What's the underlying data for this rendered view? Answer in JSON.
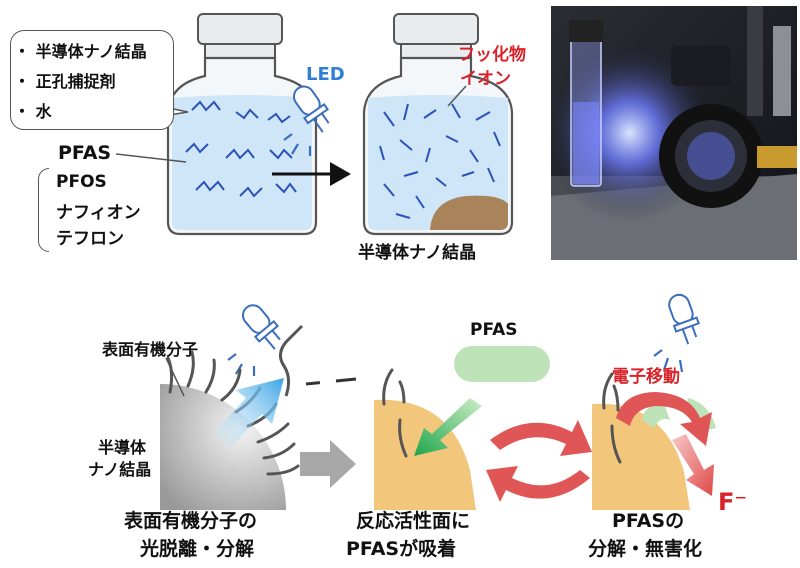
{
  "top": {
    "ingredients": [
      "・ 半導体ナノ結晶",
      "・ 正孔捕捉剤",
      "・ 水"
    ],
    "pfas_label": "PFAS",
    "pfas_examples": [
      "PFOS",
      "ナフィオン",
      "テフロン"
    ],
    "led_label": "LED",
    "fluoride_label_line1": "フッ化物",
    "fluoride_label_line2": "イオン",
    "crystal_label": "半導体ナノ結晶"
  },
  "bottom": {
    "surface_molecule_label": "表面有機分子",
    "crystal_label_line1": "半導体",
    "crystal_label_line2": "ナノ結晶",
    "pfas_capsule_label": "PFAS",
    "electron_transfer_label": "電子移動",
    "fluoride_ion_label": "F⁻",
    "step1_line1": "表面有機分子の",
    "step1_line2": "光脱離・分解",
    "step2_line1": "反応活性面に",
    "step2_line2": "PFASが吸着",
    "step3_line1": "PFASの",
    "step3_line2": "分解・無害化"
  },
  "colors": {
    "liquid": "#cfe6f8",
    "crystal": "#f2c77c",
    "crystal_brown": "#a9835a",
    "fluoride_red": "#d9232a",
    "led_blue": "#2f7fd6",
    "capsule_green": "#bfe3b8",
    "arrow_red": "#e05555"
  }
}
